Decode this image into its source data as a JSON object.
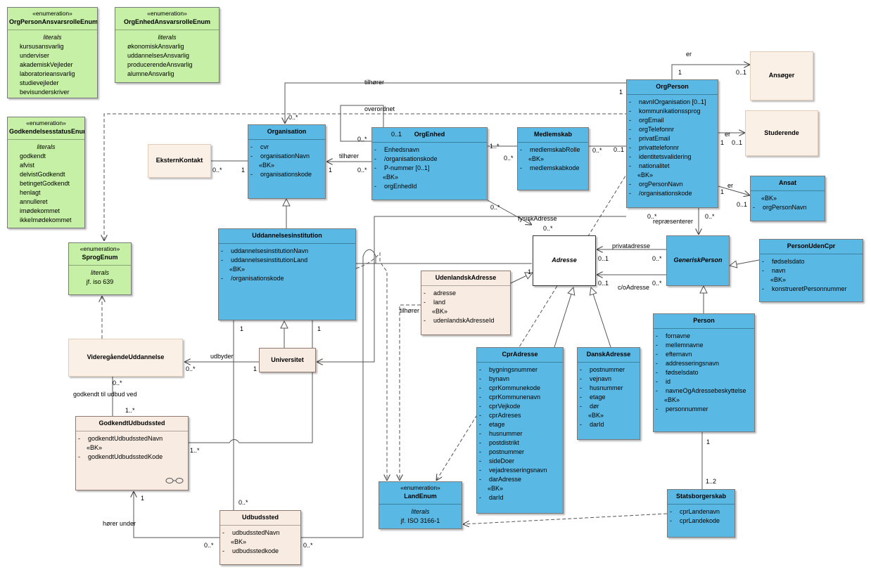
{
  "enums": {
    "orgPersonAnsvarsrolle": {
      "stereotype": "«enumeration»",
      "name": "OrgPersonAnsvarsrolleEnum",
      "section": "literals",
      "values": [
        "kursusansvarlig",
        "underviser",
        "akademiskVejleder",
        "laboratorieansvarlig",
        "studievejleder",
        "bevisunderskriver"
      ]
    },
    "orgEnhedAnsvarsrolle": {
      "stereotype": "«enumeration»",
      "name": "OrgEnhedAnsvarsrolleEnum",
      "section": "literals",
      "values": [
        "økonomiskAnsvarlig",
        "uddannelsesAnsvarlig",
        "producerendeAnsvarlig",
        "alumneAnsvarlig"
      ]
    },
    "godkendelsesstatus": {
      "stereotype": "«enumeration»",
      "name": "GodkendelsesstatusEnum",
      "section": "literals",
      "values": [
        "godkendt",
        "afvist",
        "delvistGodkendt",
        "betingetGodkendt",
        "henlagt",
        "annulleret",
        "imødekommet",
        "ikkeImødekommet"
      ]
    },
    "sprog": {
      "stereotype": "«enumeration»",
      "name": "SprogEnum",
      "section": "literals",
      "values": [
        "jf. iso 639"
      ]
    },
    "land": {
      "stereotype": "«enumeration»",
      "name": "LandEnum",
      "section": "literals",
      "values": [
        "jf. ISO 3166-1"
      ]
    }
  },
  "classes": {
    "organisation": {
      "name": "Organisation",
      "attrs": [
        "cvr",
        "organisationNavn"
      ],
      "bk_label": "«BK»",
      "bk": [
        "organisationskode"
      ]
    },
    "eksternKontakt": {
      "name": "EksternKontakt"
    },
    "orgEnhed": {
      "name": "OrgEnhed",
      "attrs": [
        "Enhedsnavn",
        "/organisationskode",
        "P-nummer [0..1]"
      ],
      "bk_label": "«BK»",
      "bk": [
        "orgEnhedId"
      ]
    },
    "medlemskab": {
      "name": "Medlemskab",
      "attrs": [
        "medlemskabRolle"
      ],
      "bk_label": "«BK»",
      "bk": [
        "medlemskabkode"
      ]
    },
    "orgPerson": {
      "name": "OrgPerson",
      "attrs": [
        "navnIOrganisation [0..1]",
        "kommunikationssprog",
        "orgEmail",
        "orgTelefonnr",
        "privatEmail",
        "privattelefonnr",
        "identitetsvalidering",
        "nationalitet"
      ],
      "bk_label": "«BK»",
      "bk": [
        "orgPersonNavn",
        "/organisationskode"
      ]
    },
    "ansoeger": {
      "name": "Ansøger"
    },
    "studerende": {
      "name": "Studerende"
    },
    "ansat": {
      "name": "Ansat",
      "bk_label": "«BK»",
      "bk": [
        "orgPersonNavn"
      ]
    },
    "uddannelsesinstitution": {
      "name": "Uddannelsesinstitution",
      "attrs": [
        "uddannelsesinstitutionNavn",
        "uddannelsesinstitutionLand"
      ],
      "bk_label": "«BK»",
      "bk": [
        "/organisationskode"
      ]
    },
    "adresse": {
      "name": "Adresse"
    },
    "genericPerson": {
      "name": "GeneriskPerson"
    },
    "personUdenCpr": {
      "name": "PersonUdenCpr",
      "attrs": [
        "fødselsdato",
        "navn"
      ],
      "bk_label": "«BK»",
      "bk": [
        "konstrueretPersonnummer"
      ]
    },
    "udenlandskAdresse": {
      "name": "UdenlandskAdresse",
      "attrs": [
        "adresse",
        "land"
      ],
      "bk_label": "«BK»",
      "bk": [
        "udenlandskAdresseId"
      ]
    },
    "videregaaende": {
      "name": "VideregåendeUddannelse"
    },
    "universitet": {
      "name": "Universitet"
    },
    "person": {
      "name": "Person",
      "attrs": [
        "fornavne",
        "mellemnavne",
        "efternavn",
        "addresseringsnavn",
        "fødselsdato",
        "id",
        "navneOgAdressebeskyttelse"
      ],
      "bk_label": "«BK»",
      "bk": [
        "personnummer"
      ]
    },
    "cprAdresse": {
      "name": "CprAdresse",
      "attrs": [
        "bygningsnummer",
        "bynavn",
        "cprKommunekode",
        "cprKommunenavn",
        "cprVejkode",
        "cprAdreses",
        "etage",
        "husnummer",
        "postdistrikt",
        "postnummer",
        "sideDoer",
        "vejadresseringsnavn",
        "darAdresse"
      ],
      "bk_label": "«BK»",
      "bk": [
        "darId"
      ]
    },
    "danskAdresse": {
      "name": "DanskAdresse",
      "attrs": [
        "postnummer",
        "vejnavn",
        "husnummer",
        "etage",
        "dør"
      ],
      "bk_label": "«BK»",
      "bk": [
        "darId"
      ]
    },
    "godkendtUdbudssted": {
      "name": "GodkendtUdbudssted",
      "attrs": [
        "godkendtUdbudsstedNavn"
      ],
      "bk_label": "«BK»",
      "bk": [
        "godkendtUdbudsstedKode"
      ]
    },
    "udbudssted": {
      "name": "Udbudssted",
      "attrs": [
        "udbudsstedNavn"
      ],
      "bk_label": "«BK»",
      "bk": [
        "udbudsstedkode"
      ]
    },
    "statsborgerskab": {
      "name": "Statsborgerskab",
      "attrs": [
        "cprLandenavn",
        "cprLandekode"
      ]
    }
  },
  "labels": {
    "er_ansoeger": "er",
    "er_studerende": "er",
    "er_ansat": "er",
    "tilhoerer_top": "tilhører",
    "overordnet": "overordnet",
    "tilhoerer_mid": "tilhører",
    "tilhoerer_udenl": "tilhører",
    "fysiskAdresse": "fysiskAdresse",
    "repraesenterer": "repræsenterer",
    "privatadresse": "privatadresse",
    "coAdresse": "c/oAdresse",
    "udbyder": "udbyder",
    "godkendt_til": "godkendt til udbud ved",
    "hoerer_under": "hører under",
    "m_one_a": "1",
    "m_01_a": "0..1",
    "m_one_b": "1",
    "m_0s_a": "0..*",
    "m_0s_ek": "0..*",
    "m_one_ek": "1",
    "m_01_oe": "0..1",
    "m_0s_oe": "0..*",
    "m_one_th": "1",
    "m_0s_th": "0..*",
    "m_1s_med": "1..*",
    "m_0s_med": "0..*",
    "m_0s_op": "0..*",
    "m_01_op": "0..1",
    "m_one_st": "1",
    "m_01_st": "0..1",
    "m_one_an": "1",
    "m_01_an": "0..1",
    "m_0s_fa": "0..*",
    "m_0s_fa2": "0..*",
    "m_0s_rp": "0..*",
    "m_0s_rp2": "0..*",
    "m_1_pa": "0..1",
    "m_0s_pa": "0..*",
    "m_1_co": "0..1",
    "m_0s_co": "0..*",
    "m_one_ul": "1",
    "m_0s_vu": "0..*",
    "m_one_un": "1",
    "m_one_u1": "1",
    "m_one_u2": "1",
    "m_0s_gk": "0..*",
    "m_1s_gk": "1..*",
    "m_1s_gu": "1..*",
    "m_one_gu": "1",
    "m_0s_ub": "0..*",
    "m_0s_ub2": "0..*",
    "m_0s_ub3": "0..*",
    "m_one_p": "1",
    "m_12_p": "1..2"
  }
}
